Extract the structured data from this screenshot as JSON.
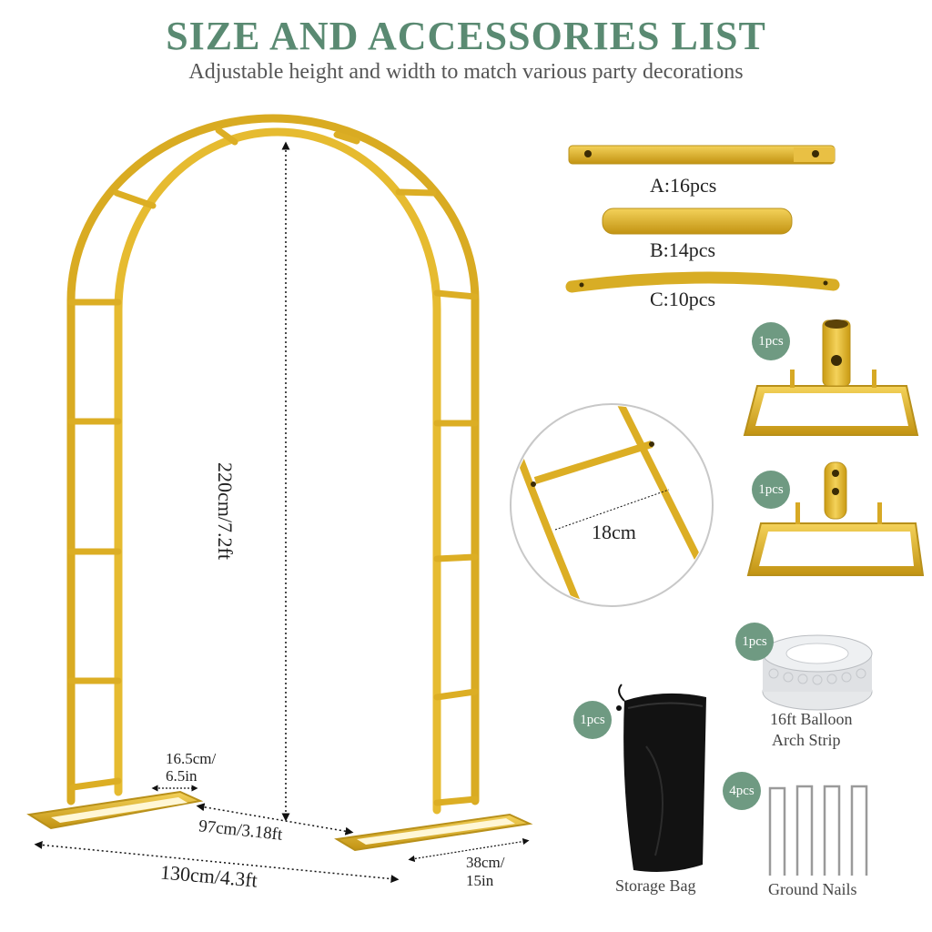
{
  "header": {
    "title": "SIZE AND ACCESSORIES LIST",
    "subtitle": "Adjustable height and width to match various party decorations"
  },
  "dimensions": {
    "height": "220cm/7.2ft",
    "inner_width": "97cm/3.18ft",
    "total_width": "130cm/4.3ft",
    "base_width_line1": "16.5cm/",
    "base_width_line2": "6.5in",
    "base_depth_line1": "38cm/",
    "base_depth_line2": "15in",
    "rung_spacing": "18cm"
  },
  "parts": {
    "a": "A:16pcs",
    "b": "B:14pcs",
    "c": "C:10pcs"
  },
  "accessories": {
    "base1_qty": "1pcs",
    "base2_qty": "1pcs",
    "strip_qty": "1pcs",
    "strip_line1": "16ft Balloon",
    "strip_line2": "Arch Strip",
    "bag_qty": "1pcs",
    "bag_label": "Storage Bag",
    "nails_qty": "4pcs",
    "nails_label": "Ground Nails"
  },
  "colors": {
    "gold": "#e0b423",
    "gold_dark": "#b8901a",
    "accent_green": "#6f9a82",
    "title_green": "#5a8a72"
  }
}
